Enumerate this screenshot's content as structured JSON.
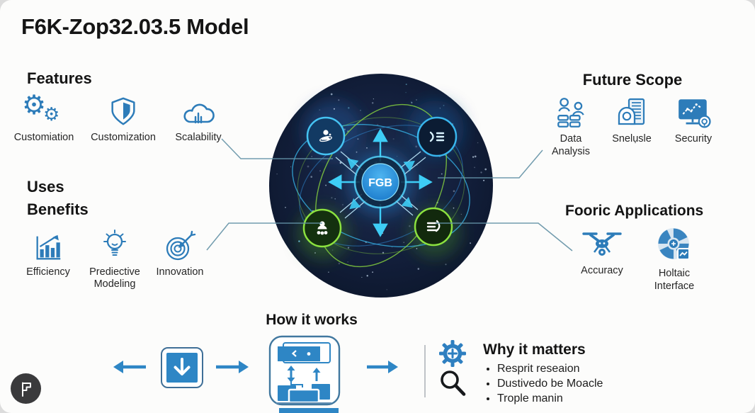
{
  "title": "F6K-Zop32.03.5 Model",
  "features": {
    "heading": "Features",
    "items": [
      {
        "label": "Customiation",
        "icon": "gears-icon"
      },
      {
        "label": "Customization",
        "icon": "shield-icon"
      },
      {
        "label": "Scalability",
        "icon": "cloud-scale-icon"
      }
    ]
  },
  "uses_benefits": {
    "heading_line1": "Uses",
    "heading_line2": "Benefits",
    "items": [
      {
        "label": "Efficiency",
        "icon": "bar-chart-icon"
      },
      {
        "label": "Prediective Modeling",
        "icon": "lightbulb-icon"
      },
      {
        "label": "Innovation",
        "icon": "target-icon"
      }
    ]
  },
  "future_scope": {
    "heading": "Future Scope",
    "items": [
      {
        "label": "Data Analysis",
        "icon": "data-team-icon"
      },
      {
        "label": "Snelụsle",
        "icon": "person-document-icon"
      },
      {
        "label": "Security",
        "icon": "monitor-chart-icon"
      }
    ]
  },
  "fooric_applications": {
    "heading": "Fooric Applications",
    "items": [
      {
        "label": "Accuracy",
        "icon": "drone-icon"
      },
      {
        "label": "Holtaic Interface",
        "icon": "circular-interface-icon"
      }
    ]
  },
  "network": {
    "center_label": "FGB"
  },
  "how_it_works": {
    "heading": "How it works"
  },
  "why_it_matters": {
    "heading": "Why it matters",
    "bullets": [
      "Resprit reseaion",
      "Dustivedo be Moacle",
      "Trople manin"
    ]
  },
  "colors": {
    "accent_blue": "#2d7cb9",
    "arrow_blue": "#2e86c5",
    "neon_blue": "#3bc1f2",
    "neon_green": "#8ad73f",
    "navy_circle": "#0c1830",
    "connector_line": "#6391a5"
  }
}
